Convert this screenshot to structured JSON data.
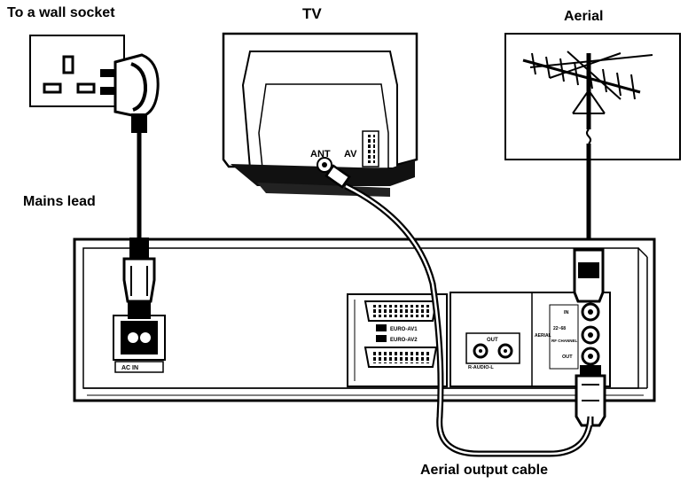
{
  "labels": {
    "wall_socket": "To a wall socket",
    "tv": "TV",
    "aerial": "Aerial",
    "mains_lead": "Mains lead",
    "aerial_output_cable": "Aerial output cable"
  },
  "tv_panel": {
    "ant": "ANT",
    "av": "AV"
  },
  "vcr_panel": {
    "ac_in": "AC IN",
    "euro_av1": "EURO-AV1",
    "euro_av2": "EURO-AV2",
    "out": "OUT",
    "audio": "R-AUDIO-L",
    "aerial": "AERIAL",
    "rf_in": "IN",
    "rf_out": "OUT",
    "rf_channel": "RF CHANNEL",
    "channel_range": "22~68"
  }
}
